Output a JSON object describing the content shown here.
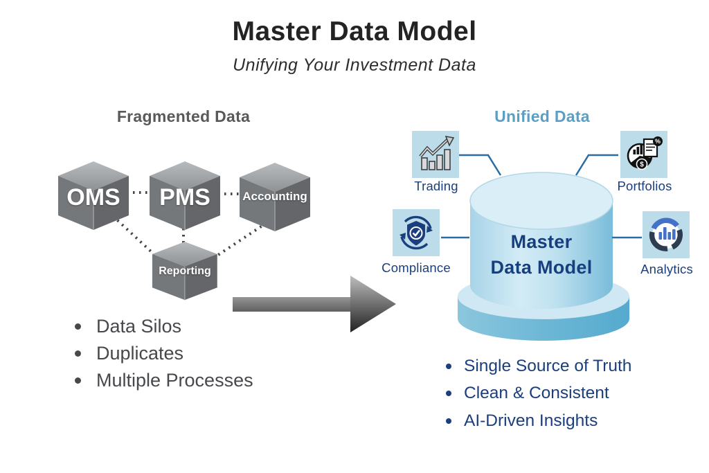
{
  "title": "Master Data Model",
  "subtitle": "Unifying Your Investment Data",
  "left": {
    "heading": "Fragmented Data",
    "cubes": {
      "oms": "OMS",
      "pms": "PMS",
      "accounting": "Accounting",
      "reporting": "Reporting"
    },
    "bullets": [
      "Data Silos",
      "Duplicates",
      "Multiple Processes"
    ]
  },
  "right": {
    "heading": "Unified Data",
    "cylinder": {
      "line1": "Master",
      "line2": "Data Model"
    },
    "nodes": [
      {
        "label": "Trading",
        "icon": "growth-bar-chart-icon"
      },
      {
        "label": "Portfolios",
        "icon": "pie-chart-report-icon"
      },
      {
        "label": "Compliance",
        "icon": "shield-check-cycle-icon"
      },
      {
        "label": "Analytics",
        "icon": "ring-bar-chart-icon"
      }
    ],
    "bullets": [
      "Single Source of Truth",
      "Clean & Consistent",
      "AI-Driven Insights"
    ]
  },
  "glyphs": {
    "percent": "%",
    "dollar": "$"
  },
  "colors": {
    "heading_left": "#58595b",
    "heading_right": "#5b9fc4",
    "navy": "#1b3e7c",
    "icon_background": "#bcdcea",
    "connector_blue": "#2b6ca3",
    "cube_gray": "#75787b",
    "cylinder_blue": "#7abddb",
    "pedestal_blue": "#5fb0d2",
    "arrow_gray": "#6a6a6a"
  }
}
